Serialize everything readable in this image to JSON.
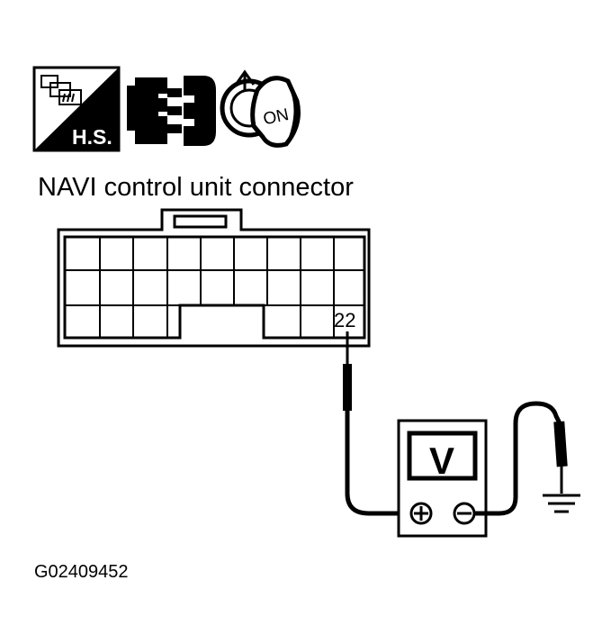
{
  "icons": {
    "hs_label": "H.S.",
    "ignition_label": "ON"
  },
  "connector": {
    "title": "NAVI control unit connector",
    "pin_label": "22"
  },
  "meter": {
    "display_symbol": "V",
    "positive_symbol": "+",
    "negative_symbol": "−"
  },
  "figure_id": "G02409452"
}
